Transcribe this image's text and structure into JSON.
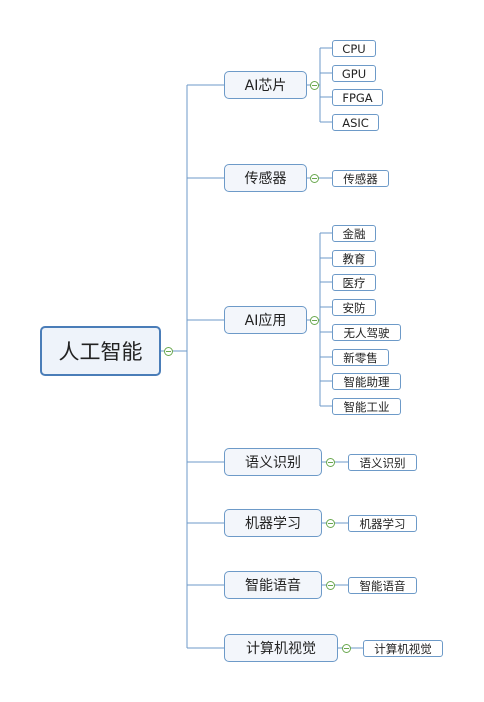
{
  "root": {
    "label": "人工智能"
  },
  "branches": [
    {
      "label": "AI芯片",
      "children": [
        "CPU",
        "GPU",
        "FPGA",
        "ASIC"
      ]
    },
    {
      "label": "传感器",
      "children": [
        "传感器"
      ]
    },
    {
      "label": "AI应用",
      "children": [
        "金融",
        "教育",
        "医疗",
        "安防",
        "无人驾驶",
        "新零售",
        "智能助理",
        "智能工业"
      ]
    },
    {
      "label": "语义识别",
      "children": [
        "语义识别"
      ]
    },
    {
      "label": "机器学习",
      "children": [
        "机器学习"
      ]
    },
    {
      "label": "智能语音",
      "children": [
        "智能语音"
      ]
    },
    {
      "label": "计算机视觉",
      "children": [
        "计算机视觉"
      ]
    }
  ],
  "colors": {
    "node_border": "#6d9ac8",
    "root_border": "#4a7db8",
    "line": "#6d9ac8",
    "toggle": "#6aa84f"
  }
}
